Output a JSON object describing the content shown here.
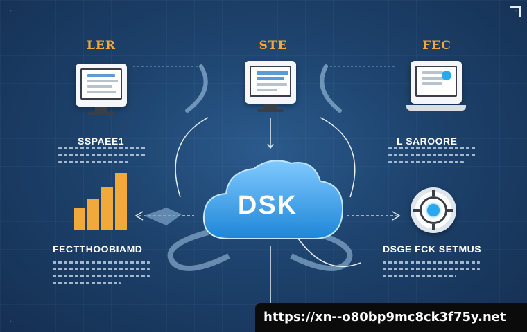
{
  "columns": {
    "left": {
      "title": "LER",
      "label": "SSPAEE1"
    },
    "center": {
      "title": "STE"
    },
    "right": {
      "title": "FEC",
      "label": "L SAROORE"
    }
  },
  "hub": {
    "label": "DSK"
  },
  "bottom_left": {
    "label": "FECTTHOOBIAMD"
  },
  "bottom_right": {
    "label": "DSGE FCK SETMUS"
  },
  "watermark": {
    "url": "https://xn--o80bp9mc8ck3f75y.net"
  },
  "icons": [
    "monitor-icon",
    "laptop-icon",
    "cloud-icon",
    "bar-chart-icon",
    "gear-icon"
  ],
  "colors": {
    "accent": "#f0a93a",
    "cloud": "#2ea6ec",
    "background": "#1d426c"
  }
}
